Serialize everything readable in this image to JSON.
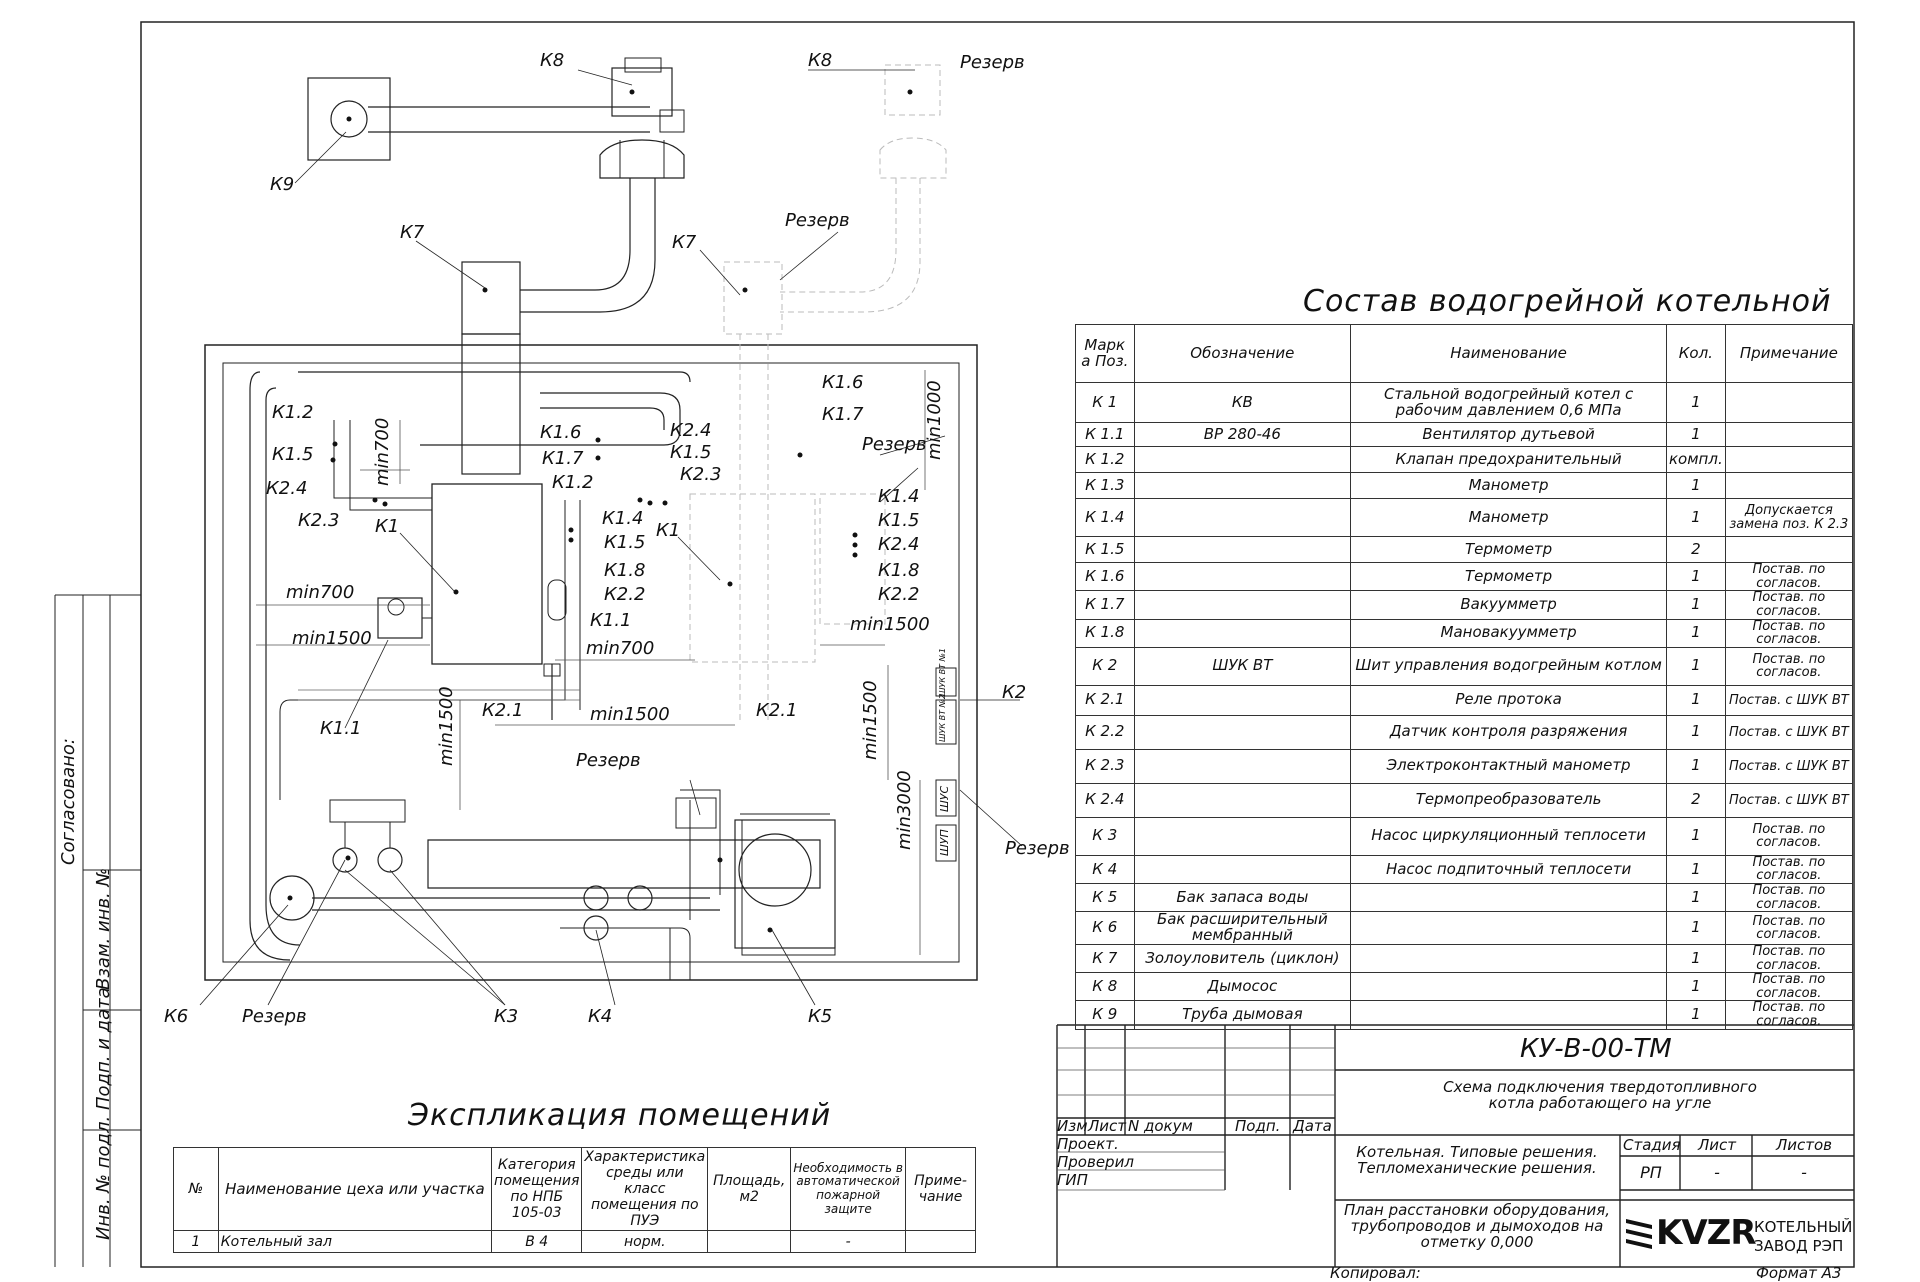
{
  "drawing": {
    "title_composition": "Состав водогрейной котельной",
    "title_explication": "Экспликация помещений",
    "side_labels": {
      "agreed": "Согласовано:",
      "replace_inv": "Взам. инв. №",
      "sign_date": "Подп. и дата",
      "inv_orig": "Инв. № подл."
    },
    "plan_labels": {
      "k8_a": "К8",
      "k8_b": "К8",
      "reserve_k8": "Резерв",
      "k9": "К9",
      "k7_a": "К7",
      "k7_b": "К7",
      "reserve_k7": "Резерв",
      "k1_2": "К1.2",
      "k1_5_l": "К1.5",
      "k2_4_l": "К2.4",
      "k2_3_l": "К2.3",
      "k1_l": "К1",
      "k1_6_c": "К1.6",
      "k1_7_c": "К1.7",
      "k1_2_c": "К1.2",
      "k2_4_c": "К2.4",
      "k1_5_c": "К1.5",
      "k2_3_c": "К2.3",
      "k1_4_c": "К1.4",
      "k1_5_c2": "К1.5",
      "k1_8_c": "К1.8",
      "k2_2_c": "К2.2",
      "k1_1_c": "К1.1",
      "k1_c": "К1",
      "k1_6_r": "К1.6",
      "k1_7_r": "К1.7",
      "reserve_r": "Резерв",
      "k1_4_r": "К1.4",
      "k1_5_r": "К1.5",
      "k2_4_r": "К2.4",
      "k1_8_r": "К1.8",
      "k2_2_r": "К2.2",
      "min700_a": "min700",
      "min700_b": "min700",
      "min700_c": "min700",
      "min1500_a": "min1500",
      "min1500_b": "min1500",
      "min1500_c": "min1500",
      "min1500_v1": "min1500",
      "min1500_v2": "min1500",
      "min1000": "min1000",
      "min3000": "min3000",
      "k1_1": "К1.1",
      "k2_1_a": "К2.1",
      "k2_1_b": "К2.1",
      "k2": "К2",
      "reserve_pump": "Резерв",
      "reserve_shup": "Резерв",
      "k6": "К6",
      "reserve_k6": "Резерв",
      "k3": "К3",
      "k4": "К4",
      "k5": "К5",
      "shuk_vt1": "ШУК ВТ №1",
      "shuk_vt2": "ШУК ВТ №2",
      "shus": "ШУС",
      "shup": "ШУП"
    },
    "composition_header": {
      "pos": "Марк а Поз.",
      "designation": "Обозначение",
      "name": "Наименование",
      "qty": "Кол.",
      "remark": "Примечание"
    },
    "composition_rows": [
      {
        "pos": "К 1",
        "des": "КВ",
        "name": "Стальной водогрейный котел с рабочим давлением 0,6 МПа",
        "qty": "1",
        "rem": ""
      },
      {
        "pos": "К 1.1",
        "des": "ВР 280-46",
        "name": "Вентилятор дутьевой",
        "qty": "1",
        "rem": ""
      },
      {
        "pos": "К 1.2",
        "des": "",
        "name": "Клапан предохранительный",
        "qty": "компл.",
        "rem": ""
      },
      {
        "pos": "К 1.3",
        "des": "",
        "name": "Манометр",
        "qty": "1",
        "rem": ""
      },
      {
        "pos": "К 1.4",
        "des": "",
        "name": "Манометр",
        "qty": "1",
        "rem": "Допускается замена поз. К 2.3"
      },
      {
        "pos": "К 1.5",
        "des": "",
        "name": "Термометр",
        "qty": "2",
        "rem": ""
      },
      {
        "pos": "К 1.6",
        "des": "",
        "name": "Термометр",
        "qty": "1",
        "rem": "Постав. по согласов."
      },
      {
        "pos": "К 1.7",
        "des": "",
        "name": "Вакуумметр",
        "qty": "1",
        "rem": "Постав. по согласов."
      },
      {
        "pos": "К 1.8",
        "des": "",
        "name": "Мановакуумметр",
        "qty": "1",
        "rem": "Постав. по согласов."
      },
      {
        "pos": "К 2",
        "des": "ШУК ВТ",
        "name": "Шит управления водогрейным котлом",
        "qty": "1",
        "rem": "Постав. по согласов."
      },
      {
        "pos": "К 2.1",
        "des": "",
        "name": "Реле протока",
        "qty": "1",
        "rem": "Постав. с ШУК ВТ"
      },
      {
        "pos": "К 2.2",
        "des": "",
        "name": "Датчик контроля разряжения",
        "qty": "1",
        "rem": "Постав. с ШУК ВТ"
      },
      {
        "pos": "К 2.3",
        "des": "",
        "name": "Электроконтактный манометр",
        "qty": "1",
        "rem": "Постав. с ШУК ВТ"
      },
      {
        "pos": "К 2.4",
        "des": "",
        "name": "Термопреобразователь",
        "qty": "2",
        "rem": "Постав. с ШУК ВТ"
      },
      {
        "pos": "К 3",
        "des": "",
        "name": "Насос циркуляционный теплосети",
        "qty": "1",
        "rem": "Постав. по согласов."
      },
      {
        "pos": "К 4",
        "des": "",
        "name": "Насос подпиточный теплосети",
        "qty": "1",
        "rem": "Постав. по согласов."
      },
      {
        "pos": "К 5",
        "des": "Бак запаса воды",
        "name": "",
        "qty": "1",
        "rem": "Постав. по согласов."
      },
      {
        "pos": "К 6",
        "des": "Бак расширительный мембранный",
        "name": "",
        "qty": "1",
        "rem": "Постав. по согласов."
      },
      {
        "pos": "К 7",
        "des": "Золоуловитель (циклон)",
        "name": "",
        "qty": "1",
        "rem": "Постав. по согласов."
      },
      {
        "pos": "К 8",
        "des": "Дымосос",
        "name": "",
        "qty": "1",
        "rem": "Постав. по согласов."
      },
      {
        "pos": "К 9",
        "des": "Труба дымовая",
        "name": "",
        "qty": "1",
        "rem": "Постав. по согласов."
      }
    ],
    "explication_header": {
      "num": "№",
      "name": "Наименование цеха или участка",
      "category": "Категория помещения по НПБ 105-03",
      "medium": "Характеристика среды или класс помещения по ПУЭ",
      "area": "Площадь, м2",
      "fire": "Необходимость в автоматической пожарной защите",
      "remark": "Приме-чание"
    },
    "explication_rows": [
      {
        "num": "1",
        "name": "Котельный зал",
        "category": "В 4",
        "medium": "норм.",
        "area": "",
        "fire": "-",
        "remark": ""
      }
    ],
    "title_block": {
      "code": "КУ-В-00-ТМ",
      "scheme": "Схема подключения твердотопливного котла работающего на угле",
      "cols": {
        "izm": "Изм",
        "list": "Лист",
        "doc": "N докум",
        "sign": "Подп.",
        "date": "Дата"
      },
      "roles": {
        "proj": "Проект.",
        "check": "Проверил",
        "gip": "ГИП"
      },
      "project": "Котельная. Типовые решения. Тепломеханические решения.",
      "stage_label": "Стадия",
      "sheet_label": "Лист",
      "sheets_label": "Листов",
      "stage": "РП",
      "sheet": "-",
      "sheets": "-",
      "sheet_name": "План расстановки оборудования, трубопроводов и дымоходов на отметку 0,000",
      "company_logo": "KVZR",
      "company_name_1": "КОТЕЛЬНЫЙ",
      "company_name_2": "ЗАВОД РЭП",
      "copied": "Копировал:",
      "format": "Формат А3"
    }
  }
}
